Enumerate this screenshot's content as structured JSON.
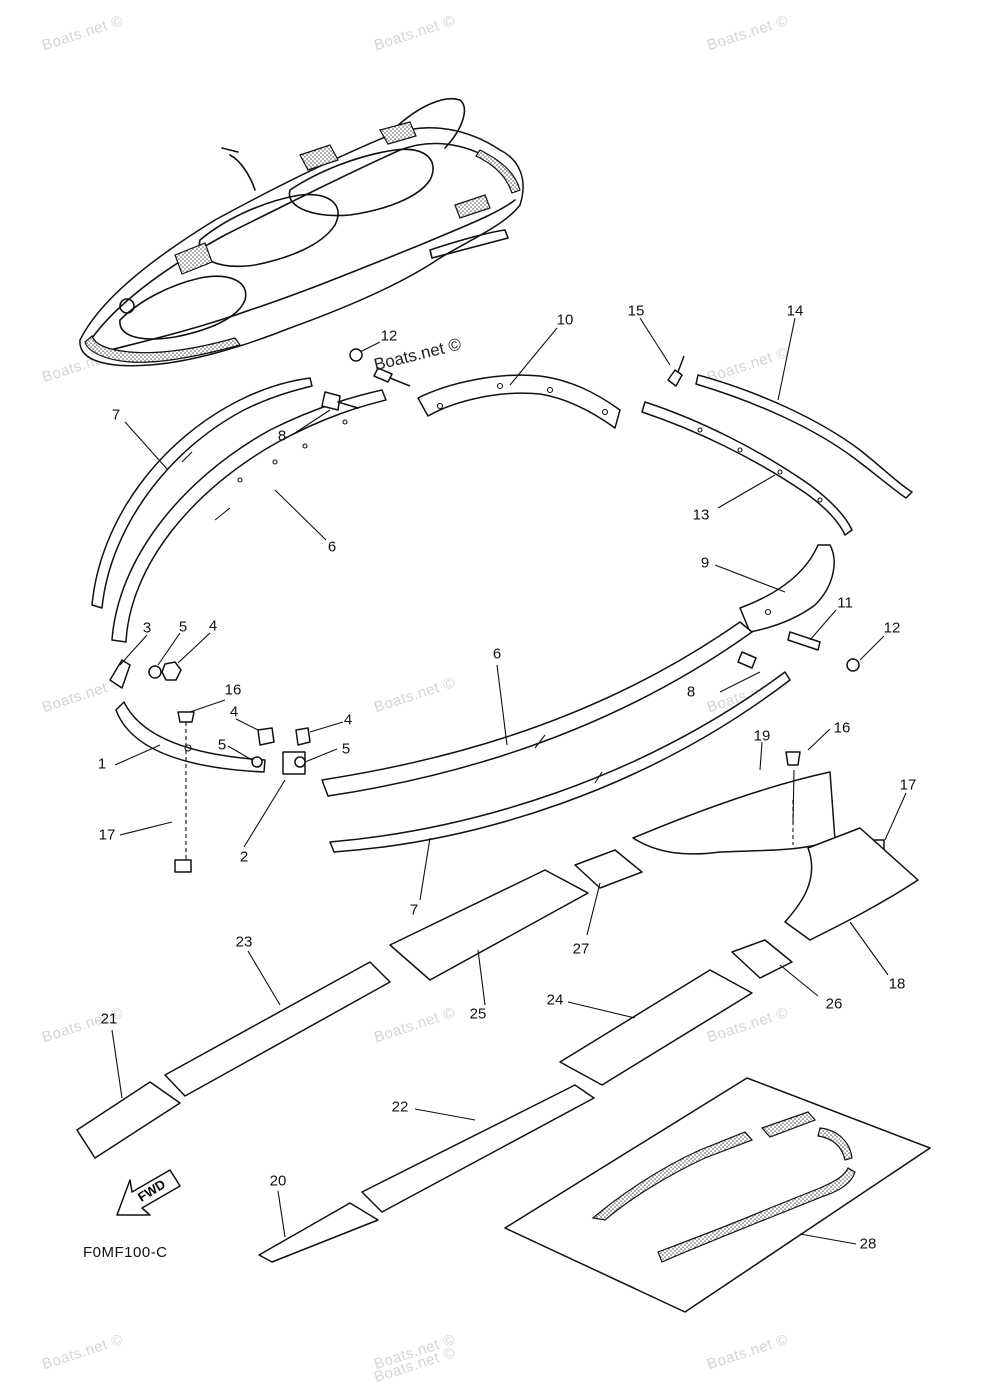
{
  "diagram_code": "F0MF100-C",
  "fwd_label": "FWD",
  "center_watermark": "Boats.net ©",
  "watermarks": [
    "Boats.net ©",
    "Boats.net ©",
    "Boats.net ©",
    "Boats.net ©",
    "Boats.net ©",
    "Boats.net ©",
    "Boats.net ©",
    "Boats.net ©",
    "Boats.net ©",
    "Boats.net ©",
    "Boats.net ©",
    "Boats.net ©",
    "Boats.net ©",
    "Boats.net ©",
    "Boats.net ©"
  ],
  "callouts": [
    "1",
    "2",
    "3",
    "4",
    "4",
    "4",
    "5",
    "5",
    "5",
    "6",
    "6",
    "7",
    "7",
    "8",
    "8",
    "9",
    "10",
    "11",
    "12",
    "12",
    "13",
    "14",
    "15",
    "16",
    "16",
    "17",
    "17",
    "18",
    "19",
    "20",
    "21",
    "22",
    "23",
    "24",
    "25",
    "26",
    "27",
    "28"
  ]
}
